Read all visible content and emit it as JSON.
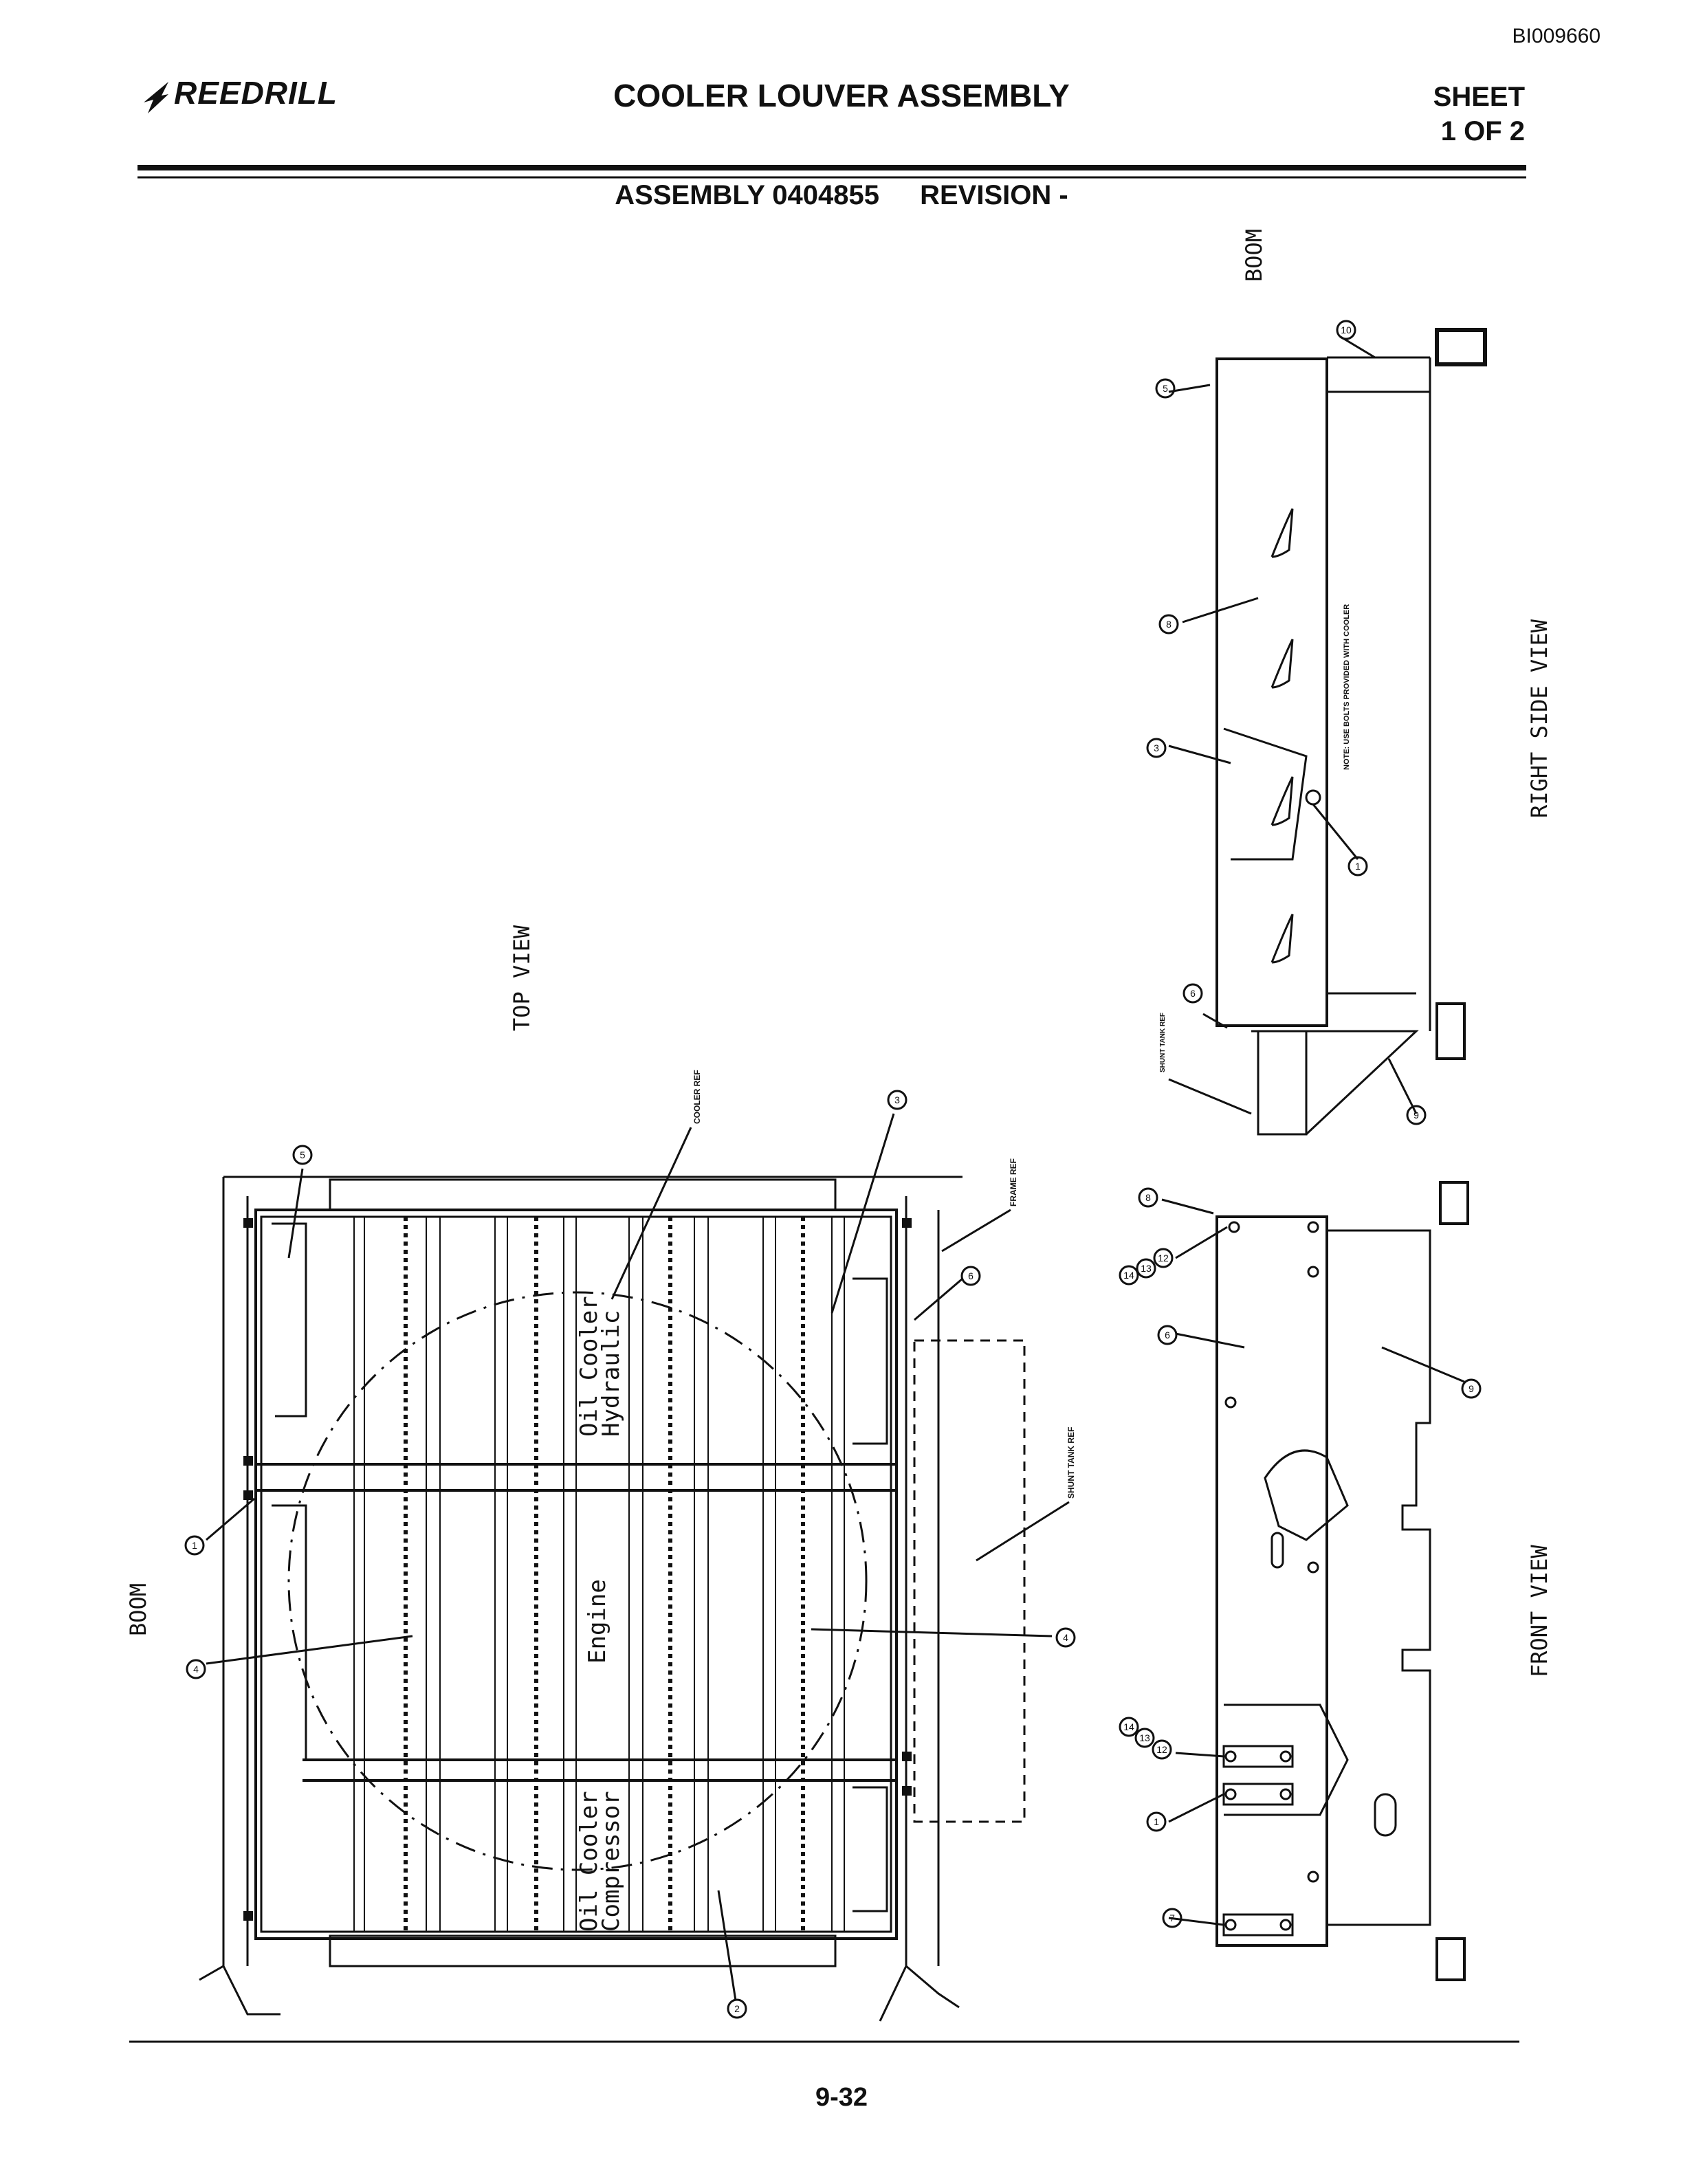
{
  "header": {
    "doc_id": "BI009660",
    "logo": "REEDRILL",
    "title": "COOLER LOUVER ASSEMBLY",
    "sheet_label": "SHEET",
    "sheet_value": "1 OF 2",
    "assembly": "ASSEMBLY 0404855",
    "revision": "REVISION -"
  },
  "views": {
    "top_view": "TOP VIEW",
    "right_side_view": "RIGHT SIDE VIEW",
    "front_view": "FRONT VIEW",
    "boom_top": "BOOM",
    "boom_left": "BOOM"
  },
  "labels": {
    "oil_cooler_hydraulic_1": "Oil Cooler",
    "oil_cooler_hydraulic_2": "Hydraulic",
    "engine": "Engine",
    "oil_cooler_compressor_1": "Oil Cooler",
    "oil_cooler_compressor_2": "Compressor",
    "cooler_ref": "COOLER REF",
    "frame_ref": "FRAME REF",
    "shunt_tank_ref_top": "SHUNT TANK REF",
    "shunt_tank_ref_side": "SHUNT TANK REF",
    "bolt_note": "NOTE: USE BOLTS PROVIDED WITH COOLER"
  },
  "callouts": {
    "c5_top": "5",
    "c3_top": "3",
    "c6_top": "6",
    "c1_top": "1",
    "c4_left": "4",
    "c4_right": "4",
    "c2_bottom": "2",
    "c10_side": "10",
    "c5_side": "5",
    "c8_side": "8",
    "c3_side": "3",
    "c1_side": "1",
    "c6_side": "6",
    "c9_side": "9",
    "c8_front": "8",
    "c14a": "14",
    "c13a": "13",
    "c12a": "12",
    "c6_front": "6",
    "c9_front": "9",
    "c14b": "14",
    "c13b": "13",
    "c12b": "12",
    "c1_front": "1",
    "c7_front": "7"
  },
  "footer": {
    "page": "9-32"
  }
}
